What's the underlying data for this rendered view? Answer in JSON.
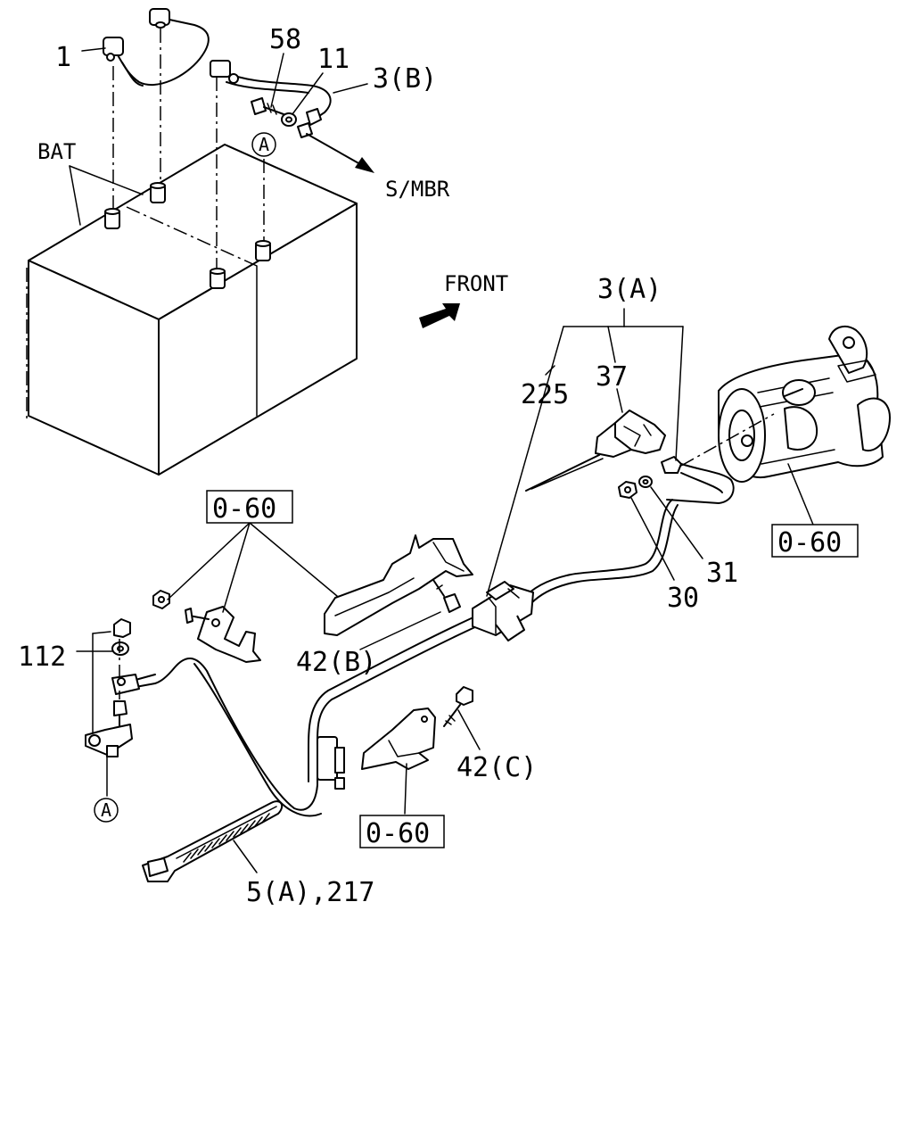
{
  "labels": {
    "p1": "1",
    "p58": "58",
    "p11": "11",
    "p3b": "3(B)",
    "bat": "BAT",
    "circle_a_top": "A",
    "s_mbr": "S/MBR",
    "front": "FRONT",
    "p3a": "3(A)",
    "p225": "225",
    "p37": "37",
    "box_060_a": "0-60",
    "box_060_b": "0-60",
    "box_060_c": "0-60",
    "p31": "31",
    "p30": "30",
    "p42b": "42(B)",
    "p112": "112",
    "circle_a_bottom": "A",
    "p42c": "42(C)",
    "p5a217": "5(A),217"
  }
}
